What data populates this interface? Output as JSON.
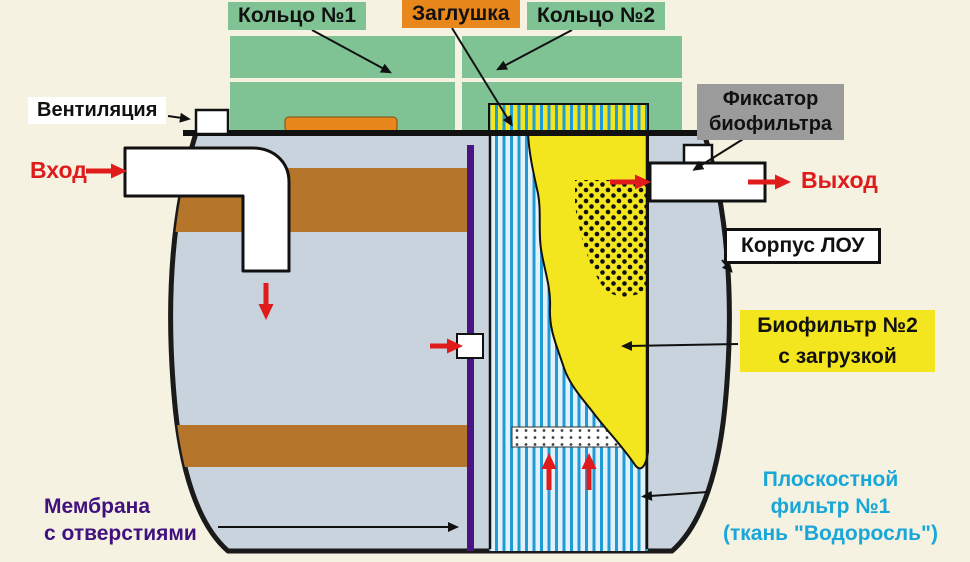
{
  "colors": {
    "cream": "#f5f2e1",
    "green": "#7fc294",
    "orange": "#e8871c",
    "yellow": "#f3e51e",
    "red": "#e01b1b",
    "cyan": "#18a7d8",
    "purple": "#41117e",
    "gray_label": "#9b9b9b",
    "brown": "#b5752a",
    "water": "#c9d3dd",
    "stripe_blue": "#1f9cd8"
  },
  "top_labels": {
    "ring1": "Кольцо №1",
    "plug": "Заглушка",
    "ring2": "Кольцо №2"
  },
  "left_labels": {
    "vent": "Вентиляция",
    "inlet": "Вход",
    "membrane1": "Мембрана",
    "membrane2": "с отверстиями"
  },
  "right_labels": {
    "fixator1": "Фиксатор",
    "fixator2": "биофильтра",
    "outlet": "Выход",
    "body": "Корпус ЛОУ",
    "biofilter1": "Биофильтр №2",
    "biofilter2": "с загрузкой",
    "filter1": "Плоскостной",
    "filter2": "фильтр №1",
    "filter3": "(ткань \"Водоросль\")"
  }
}
